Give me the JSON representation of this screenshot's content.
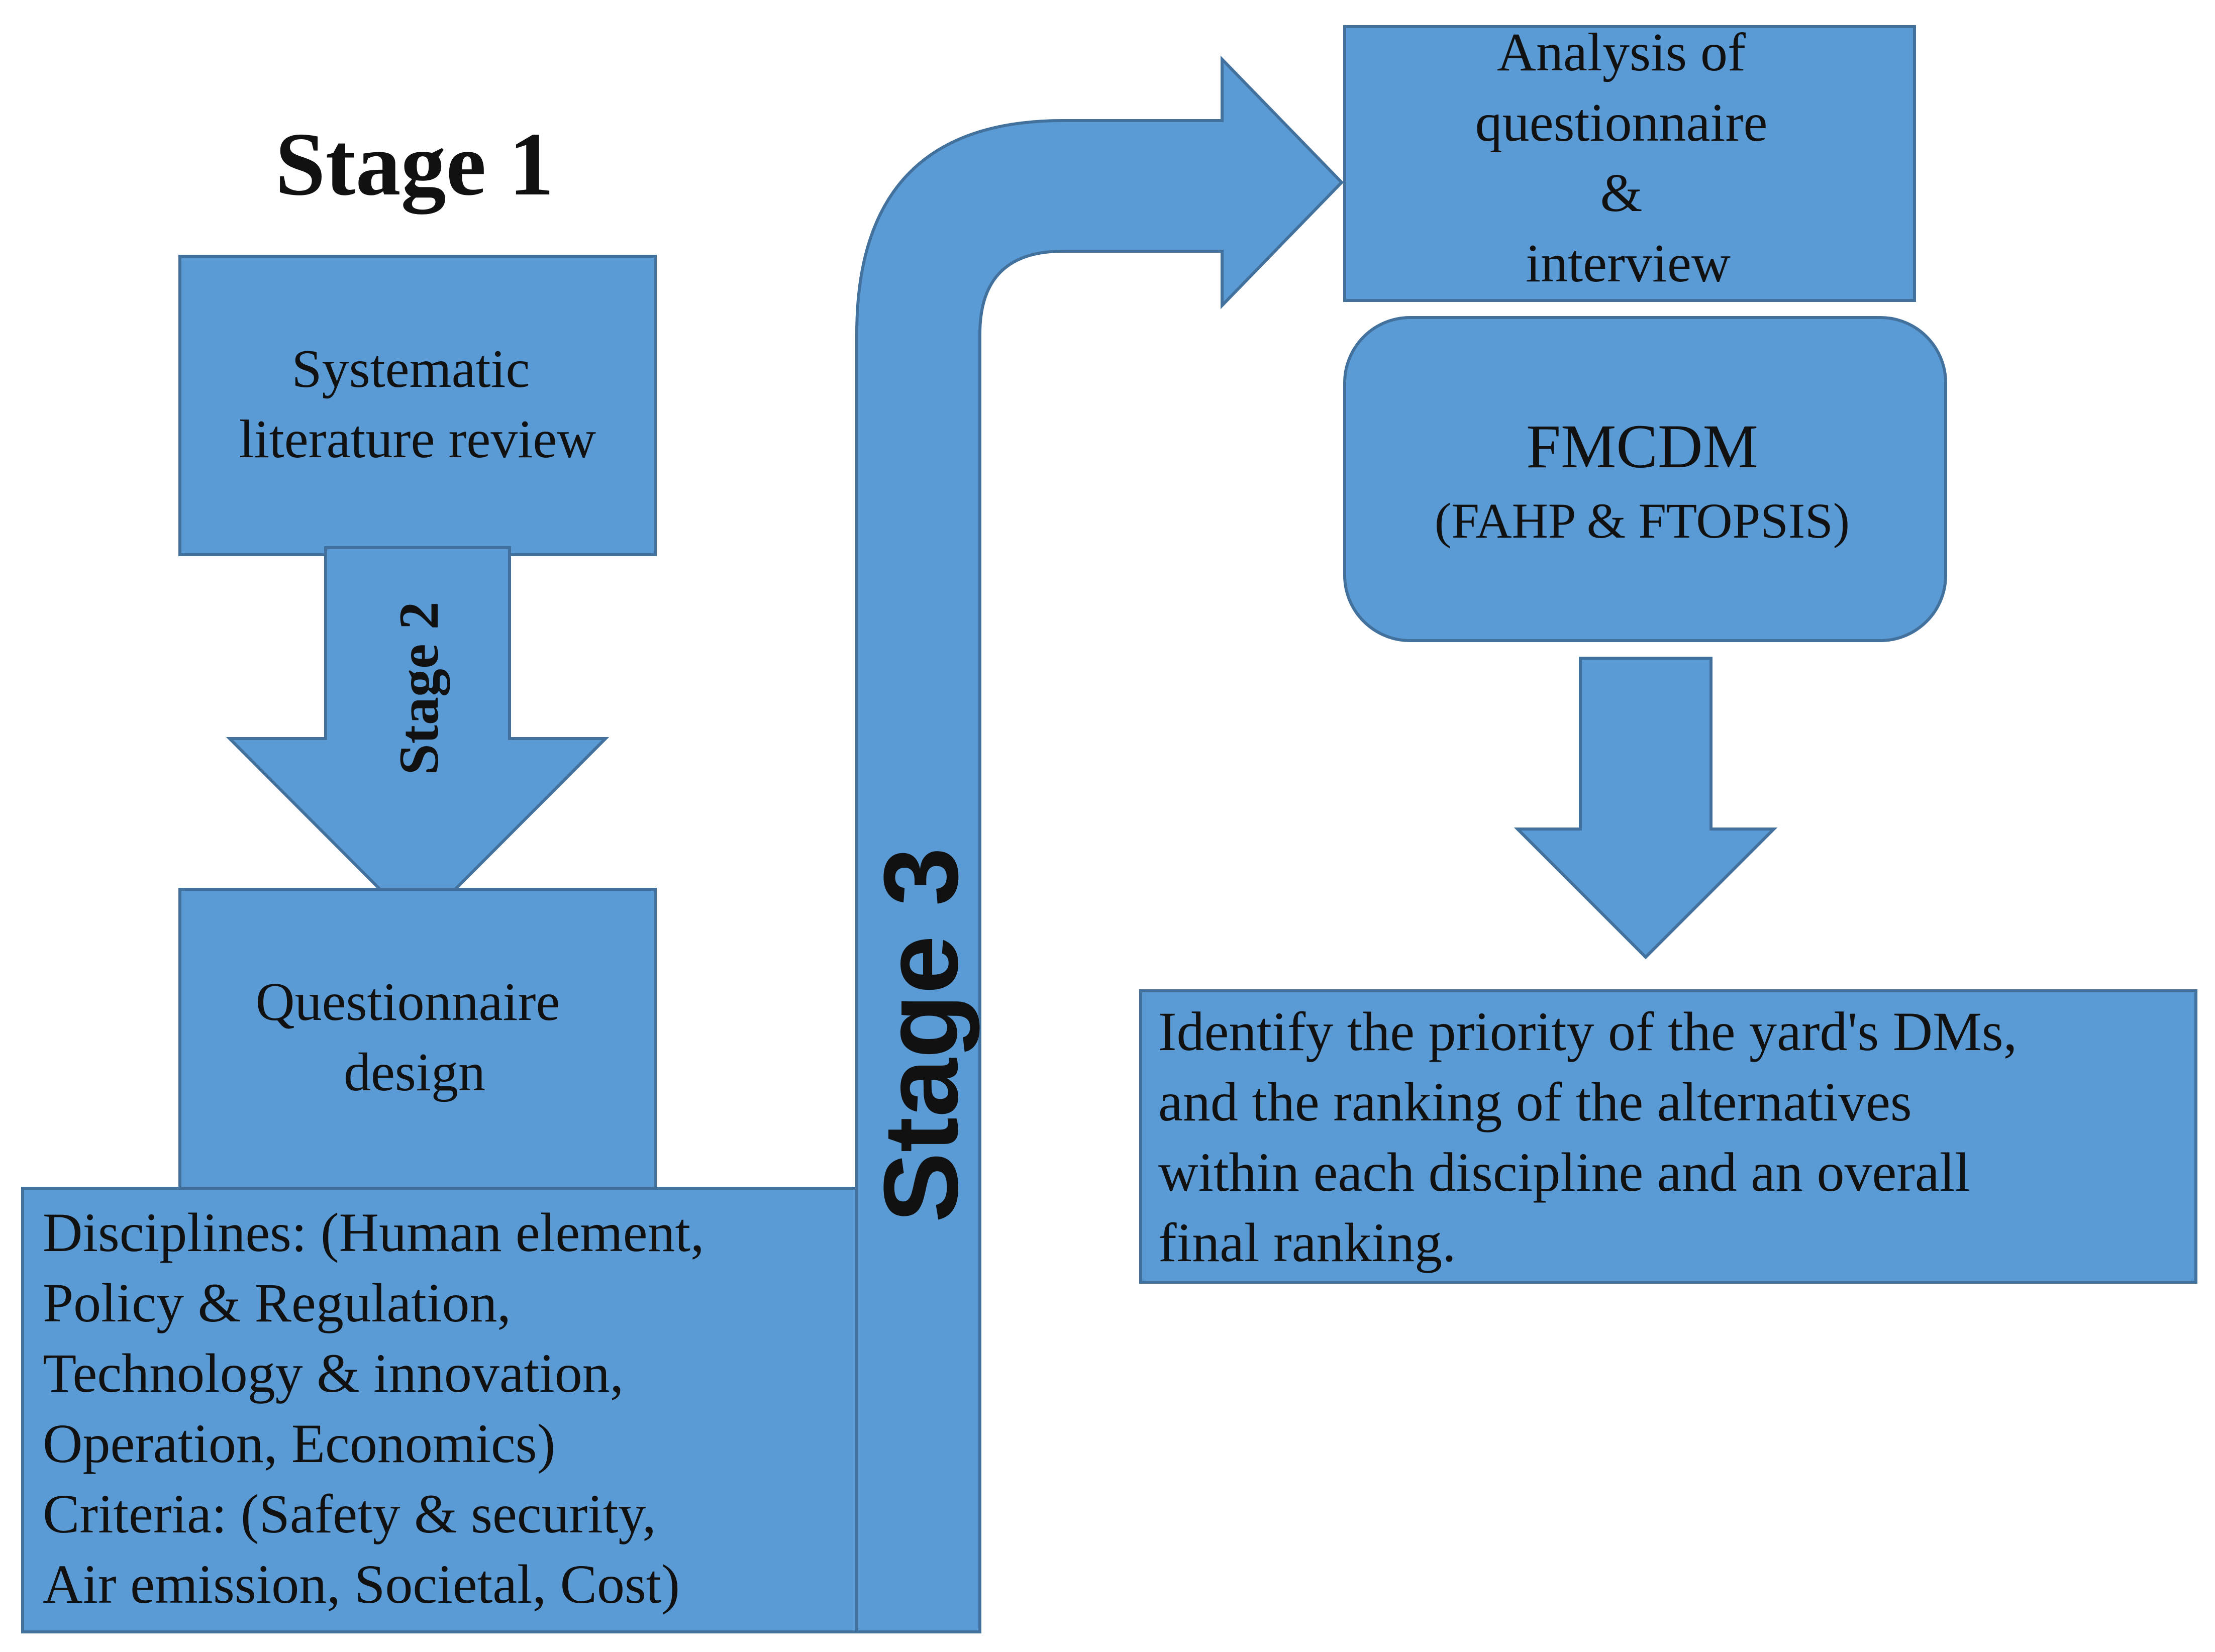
{
  "stages": {
    "stage1": "Stage 1",
    "stage2": "Stage 2",
    "stage3": "Stage 3"
  },
  "boxes": {
    "slr": [
      "Systematic",
      "literature review"
    ],
    "questionnaire_design": [
      "Questionnaire",
      "design"
    ],
    "disciplines": [
      "Disciplines: (Human element,",
      "Policy & Regulation,",
      "Technology & innovation,",
      "Operation, Economics)",
      "Criteria: (Safety & security,",
      "Air emission, Societal, Cost)"
    ],
    "analysis": [
      "Analysis of",
      "questionnaire",
      "&",
      "interview"
    ],
    "fmcdm": {
      "title": "FMCDM",
      "subtitle": "(FAHP & FTOPSIS)"
    },
    "outcome": [
      "Identify the priority of the yard's DMs,",
      "and the ranking of the alternatives",
      "within each discipline and an overall",
      "final ranking."
    ]
  },
  "colors": {
    "fill": "#5b9bd5",
    "stroke": "#41719c",
    "text": "#111111",
    "background": "#ffffff"
  }
}
